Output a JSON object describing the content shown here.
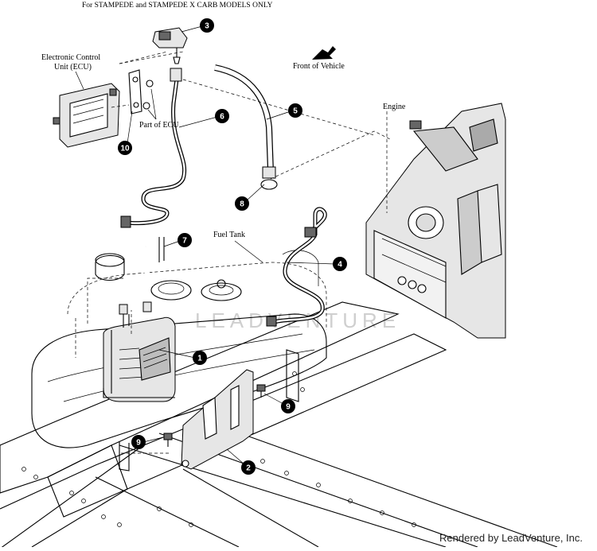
{
  "header": {
    "title": "For STAMPEDE and STAMPEDE X CARB MODELS ONLY"
  },
  "labels": {
    "ecu": "Electronic Control Unit (ECU)",
    "ecu_line1": "Electronic Control",
    "ecu_line2": "Unit (ECU)",
    "part_of_ecu": "Part of ECU",
    "front_of_vehicle": "Front of Vehicle",
    "engine": "Engine",
    "fuel_tank": "Fuel Tank"
  },
  "callouts": [
    "1",
    "2",
    "3",
    "4",
    "5",
    "6",
    "7",
    "8",
    "9",
    "9",
    "10"
  ],
  "watermark": "LEADVENTURE",
  "footer": {
    "rendered_by": "Rendered by LeadVenture, Inc."
  }
}
